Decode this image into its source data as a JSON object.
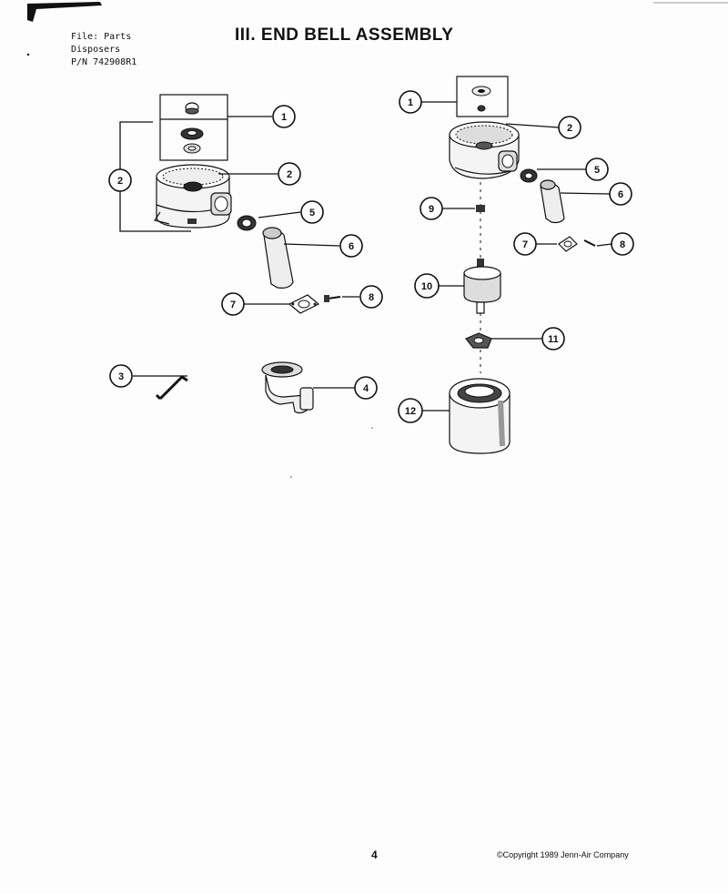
{
  "header": {
    "file_line1": "File: Parts",
    "file_line2": "Disposers",
    "part_number": "P/N 742908R1",
    "title": "III. END BELL ASSEMBLY"
  },
  "callouts": [
    "1",
    "2",
    "3",
    "4",
    "5",
    "6",
    "7",
    "8",
    "9",
    "10",
    "11",
    "12"
  ],
  "footer": {
    "page_number": "4",
    "copyright": "©Copyright 1989 Jenn-Air Company"
  }
}
